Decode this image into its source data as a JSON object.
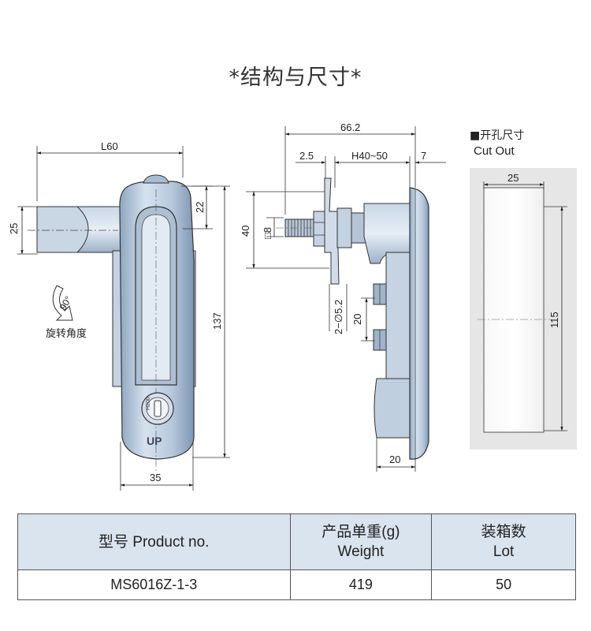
{
  "title": "*结构与尺寸*",
  "front_view": {
    "dim_width_top": "L60",
    "dim_handle_height": "25",
    "dim_top_offset": "22",
    "dim_total_height": "137",
    "dim_body_width": "35",
    "rotation_angle": "90°",
    "rotation_label": "旋转角度",
    "lock_text": "H200",
    "brand": "UP"
  },
  "side_view": {
    "dim_total_depth": "66.2",
    "dim_thread_gap": "2.5",
    "dim_panel_range": "H40~50",
    "dim_flange": "7",
    "dim_square": "□8",
    "dim_height_40": "40",
    "dim_hole": "2−∅5.2",
    "dim_pitch": "20",
    "dim_bottom_depth": "20"
  },
  "cutout": {
    "label_cn": "■开孔尺寸",
    "label_en": "Cut Out",
    "dim_width": "25",
    "dim_height": "115"
  },
  "table": {
    "headers": {
      "model_label": "型号 Product no.",
      "weight_cn": "产品单重(g)",
      "weight_en": "Weight",
      "lot_cn": "装箱数",
      "lot_en": "Lot"
    },
    "rows": [
      {
        "model": "MS6016Z-1-3",
        "weight": "419",
        "lot": "50"
      }
    ]
  }
}
